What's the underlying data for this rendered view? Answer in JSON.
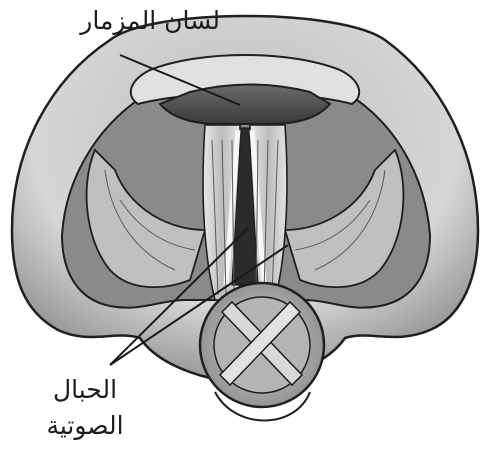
{
  "figure": {
    "labels": {
      "epiglottis": "لسان المزمار",
      "vocal_cords_line1": "الحبال",
      "vocal_cords_line2": "الصوتية"
    },
    "colors": {
      "outline": "#1f1f1f",
      "tissue_light": "#d9d9d9",
      "tissue_mid": "#a9a9a9",
      "tissue_dark": "#5a5a5a",
      "cavity": "#2b2b2b",
      "background": "#ffffff"
    }
  }
}
